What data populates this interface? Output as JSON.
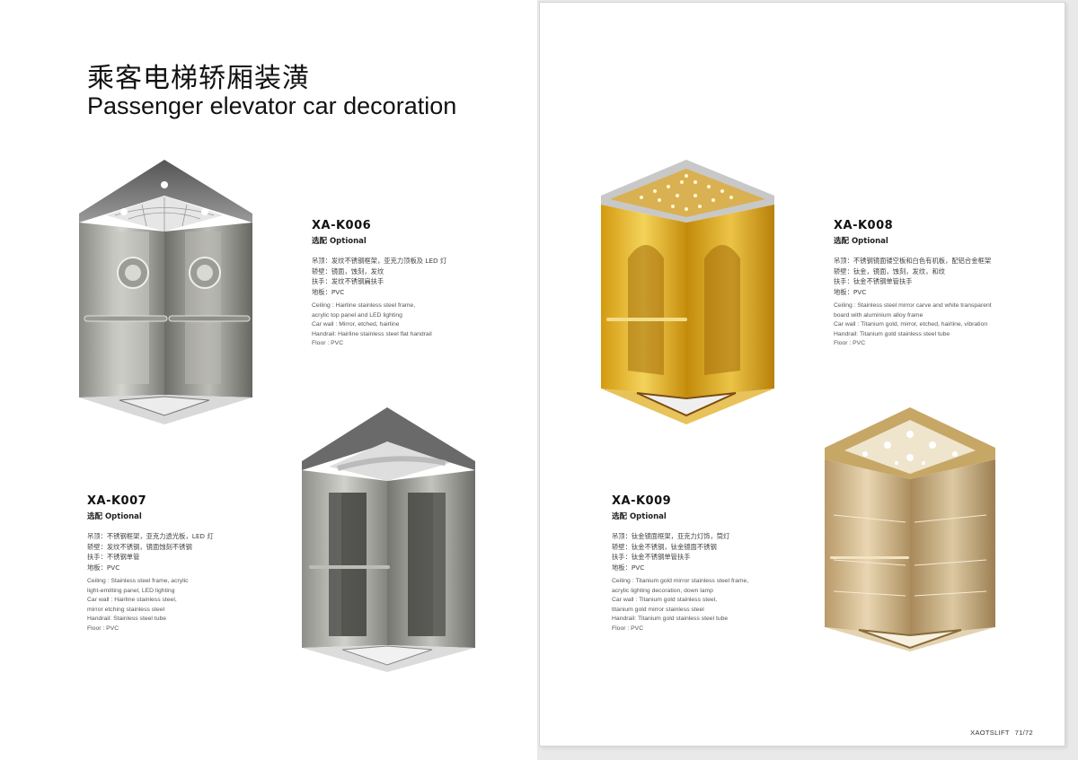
{
  "header": {
    "title_cn": "乘客电梯轿厢装潢",
    "title_en": "Passenger elevator car decoration"
  },
  "models": [
    {
      "code": "XA-K006",
      "optional": "选配 Optional",
      "cn": [
        "吊顶：发纹不锈钢框架，亚克力顶板及 LED 灯",
        "轿壁：镜面，蚀刻，发纹",
        "扶手：发纹不锈钢扁扶手",
        "地板：PVC"
      ],
      "en": [
        "Ceiling : Hairline stainless steel frame,",
        "acrylic top panel and LED lighting",
        "Car wall : Mirror, etched, hairline",
        "Handrail: Hairline stainless steel flat handrail",
        "Floor : PVC"
      ]
    },
    {
      "code": "XA-K007",
      "optional": "选配 Optional",
      "cn": [
        "吊顶：不锈钢框架，亚克力透光板，LED 灯",
        "轿壁：发纹不锈钢，镜面蚀刻不锈钢",
        "扶手：不锈钢单管",
        "地板：PVC"
      ],
      "en": [
        "Ceiling : Stainless steel frame, acrylic",
        "light-emitting panel, LED lighting",
        "Car wall : Hairline stainless steel,",
        "mirror etching stainless steel",
        "Handrail: Stainless steel tube",
        "Floor : PVC"
      ]
    },
    {
      "code": "XA-K008",
      "optional": "选配 Optional",
      "cn": [
        "吊顶：不锈钢镜面镂空板和白色有机板，配铝合金框架",
        "轿壁：钛金，镜面，蚀刻，发纹，和纹",
        "扶手：钛金不锈钢单管扶手",
        "地板：PVC"
      ],
      "en": [
        "Ceiling : Stainless steel mirror carve and white transparent",
        "board with aluminium alloy frame",
        "Car wall : Titanium gold, mirror, etched, hairline, vibration",
        "Handrail: Titanium gold stainless steel tube",
        "Floor : PVC"
      ]
    },
    {
      "code": "XA-K009",
      "optional": "选配 Optional",
      "cn": [
        "吊顶：钛金镜面框架，亚克力灯饰，筒灯",
        "轿壁：钛金不锈钢，钛金镜面不锈钢",
        "扶手：钛金不锈钢单管扶手",
        "地板：PVC"
      ],
      "en": [
        "Ceiling : Titanium gold mirror stainless steel frame,",
        "acrylic lighting decoration, down lamp",
        "Car wall : Titanium gold stainless steel,",
        "titanium gold mirror stainless steel",
        "Handrail: Titanium gold stainless steel tube",
        "Floor : PVC"
      ]
    }
  ],
  "footer": {
    "brand": "XAOTSLIFT",
    "pages": "71/72"
  },
  "colors": {
    "silver": "#b9b9b4",
    "gold": "#e0b22a",
    "champagne": "#cdb48a"
  }
}
